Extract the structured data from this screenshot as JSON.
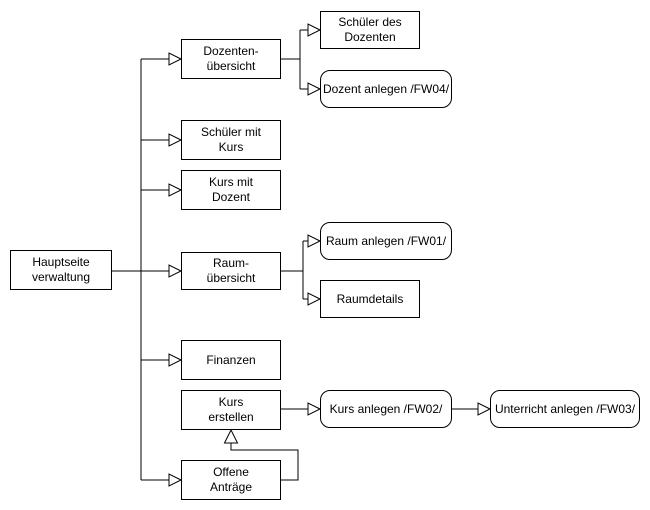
{
  "diagram": {
    "type": "flowchart",
    "background_color": "#ffffff",
    "line_color": "#000000",
    "node_fill_color": "#ffffff",
    "node_border_color": "#000000",
    "text_color": "#000000",
    "arrow_style": "hollow-triangle",
    "nodes": {
      "hauptseite": {
        "label": "Hauptseite\nverwaltung",
        "shape": "rect"
      },
      "dozentenuebersicht": {
        "label": "Dozenten-\nübersicht",
        "shape": "rect"
      },
      "schueler_mit_kurs": {
        "label": "Schüler mit\nKurs",
        "shape": "rect"
      },
      "kurs_mit_dozent": {
        "label": "Kurs mit\nDozent",
        "shape": "rect"
      },
      "raumuebersicht": {
        "label": "Raum-\nübersicht",
        "shape": "rect"
      },
      "finanzen": {
        "label": "Finanzen",
        "shape": "rect"
      },
      "kurs_erstellen": {
        "label": "Kurs\nerstellen",
        "shape": "rect"
      },
      "offene_antraege": {
        "label": "Offene\nAnträge",
        "shape": "rect"
      },
      "schueler_des_dozenten": {
        "label": "Schüler des\nDozenten",
        "shape": "rect"
      },
      "dozent_anlegen": {
        "label": "Dozent anlegen /FW04/",
        "shape": "rounded"
      },
      "raum_anlegen": {
        "label": "Raum anlegen /FW01/",
        "shape": "rounded"
      },
      "raumdetails": {
        "label": "Raumdetails",
        "shape": "rect"
      },
      "kurs_anlegen": {
        "label": "Kurs anlegen /FW02/",
        "shape": "rounded"
      },
      "unterricht_anlegen": {
        "label": "Unterricht anlegen /FW03/",
        "shape": "rounded"
      }
    },
    "edges": [
      {
        "from": "hauptseite",
        "to": "dozentenuebersicht",
        "arrow": "hollow-triangle"
      },
      {
        "from": "hauptseite",
        "to": "schueler_mit_kurs",
        "arrow": "hollow-triangle"
      },
      {
        "from": "hauptseite",
        "to": "kurs_mit_dozent",
        "arrow": "hollow-triangle"
      },
      {
        "from": "hauptseite",
        "to": "raumuebersicht",
        "arrow": "hollow-triangle"
      },
      {
        "from": "hauptseite",
        "to": "finanzen",
        "arrow": "hollow-triangle"
      },
      {
        "from": "hauptseite",
        "to": "offene_antraege",
        "arrow": "hollow-triangle"
      },
      {
        "from": "dozentenuebersicht",
        "to": "schueler_des_dozenten",
        "arrow": "hollow-triangle"
      },
      {
        "from": "dozentenuebersicht",
        "to": "dozent_anlegen",
        "arrow": "hollow-triangle"
      },
      {
        "from": "raumuebersicht",
        "to": "raum_anlegen",
        "arrow": "hollow-triangle"
      },
      {
        "from": "raumuebersicht",
        "to": "raumdetails",
        "arrow": "hollow-triangle"
      },
      {
        "from": "kurs_erstellen",
        "to": "kurs_anlegen",
        "arrow": "hollow-triangle"
      },
      {
        "from": "kurs_anlegen",
        "to": "unterricht_anlegen",
        "arrow": "hollow-triangle"
      },
      {
        "from": "offene_antraege",
        "to": "kurs_erstellen",
        "arrow": "hollow-triangle"
      }
    ]
  }
}
